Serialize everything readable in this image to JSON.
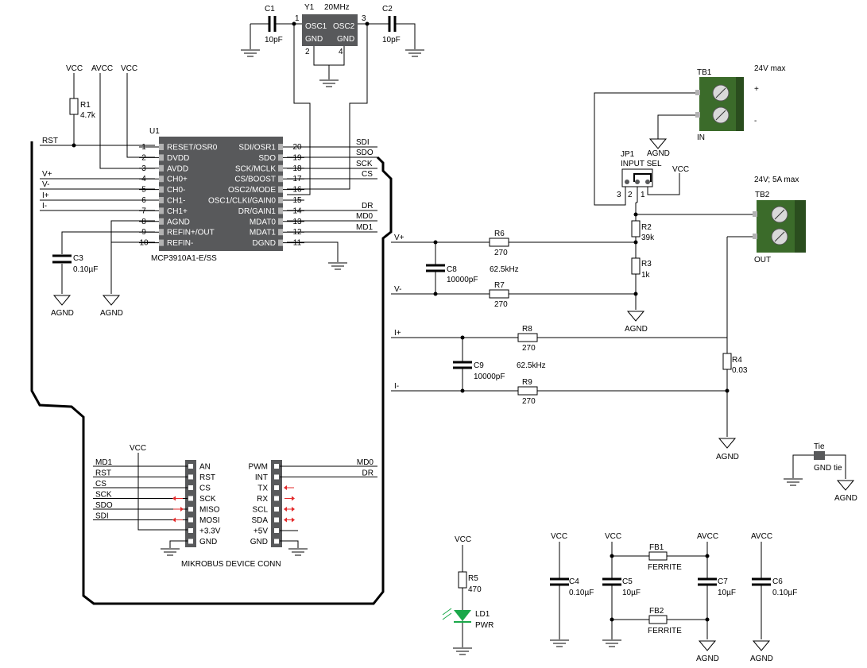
{
  "ic": {
    "ref": "U1",
    "part": "MCP3910A1-E/SS",
    "left_pins": [
      {
        "num": "1",
        "name": "RESET/OSR0",
        "net": "RST"
      },
      {
        "num": "2",
        "name": "DVDD",
        "net": ""
      },
      {
        "num": "3",
        "name": "AVDD",
        "net": ""
      },
      {
        "num": "4",
        "name": "CH0+",
        "net": "V+"
      },
      {
        "num": "5",
        "name": "CH0-",
        "net": "V-"
      },
      {
        "num": "6",
        "name": "CH1-",
        "net": "I+"
      },
      {
        "num": "7",
        "name": "CH1+",
        "net": "I-"
      },
      {
        "num": "8",
        "name": "AGND",
        "net": ""
      },
      {
        "num": "9",
        "name": "REFIN+/OUT",
        "net": ""
      },
      {
        "num": "10",
        "name": "REFIN-",
        "net": ""
      }
    ],
    "right_pins": [
      {
        "num": "20",
        "name": "SDI/OSR1",
        "net": "SDI"
      },
      {
        "num": "19",
        "name": "SDO",
        "net": "SDO"
      },
      {
        "num": "18",
        "name": "SCK/MCLK",
        "net": "SCK"
      },
      {
        "num": "17",
        "name": "CS/BOOST",
        "net": "CS"
      },
      {
        "num": "16",
        "name": "OSC2/MODE",
        "net": ""
      },
      {
        "num": "15",
        "name": "OSC1/CLKI/GAIN0",
        "net": ""
      },
      {
        "num": "14",
        "name": "DR/GAIN1",
        "net": "DR"
      },
      {
        "num": "13",
        "name": "MDAT0",
        "net": "MD0"
      },
      {
        "num": "12",
        "name": "MDAT1",
        "net": "MD1"
      },
      {
        "num": "11",
        "name": "DGND",
        "net": ""
      }
    ]
  },
  "crystal": {
    "ref": "Y1",
    "value": "20MHz",
    "pin1": "1",
    "pin2": "2",
    "pin3": "3",
    "pin4": "4",
    "osc1": "OSC1",
    "osc2": "OSC2",
    "gnd1": "GND",
    "gnd2": "GND"
  },
  "power": {
    "vcc": "VCC",
    "avcc": "AVCC",
    "agnd": "AGND"
  },
  "components": {
    "C1": {
      "ref": "C1",
      "value": "10pF"
    },
    "C2": {
      "ref": "C2",
      "value": "10pF"
    },
    "C3": {
      "ref": "C3",
      "value": "0.10µF"
    },
    "C4": {
      "ref": "C4",
      "value": "0.10µF"
    },
    "C5": {
      "ref": "C5",
      "value": "10µF"
    },
    "C6": {
      "ref": "C6",
      "value": "0.10µF"
    },
    "C7": {
      "ref": "C7",
      "value": "10µF"
    },
    "C8": {
      "ref": "C8",
      "value": "10000pF"
    },
    "C9": {
      "ref": "C9",
      "value": "10000pF"
    },
    "R1": {
      "ref": "R1",
      "value": "4.7k"
    },
    "R2": {
      "ref": "R2",
      "value": "39k"
    },
    "R3": {
      "ref": "R3",
      "value": "1k"
    },
    "R4": {
      "ref": "R4",
      "value": "0.03"
    },
    "R5": {
      "ref": "R5",
      "value": "470"
    },
    "R6": {
      "ref": "R6",
      "value": "270"
    },
    "R7": {
      "ref": "R7",
      "value": "270"
    },
    "R8": {
      "ref": "R8",
      "value": "270"
    },
    "R9": {
      "ref": "R9",
      "value": "270"
    },
    "FB1": {
      "ref": "FB1",
      "value": "FERRITE"
    },
    "FB2": {
      "ref": "FB2",
      "value": "FERRITE"
    },
    "LD1": {
      "ref": "LD1",
      "value": "PWR"
    }
  },
  "freq": {
    "v": "62.5kHz",
    "i": "62.5kHz"
  },
  "terminals": {
    "tb1": {
      "ref": "TB1",
      "rating": "24V max",
      "plus": "+",
      "minus": "-",
      "label": "IN"
    },
    "tb2": {
      "ref": "TB2",
      "rating": "24V; 5A max",
      "label": "OUT"
    }
  },
  "jumper": {
    "ref": "JP1",
    "label": "INPUT SEL",
    "p3": "3",
    "p2": "2",
    "p1": "1"
  },
  "tie": {
    "ref": "Tie",
    "value": "GND tie"
  },
  "nets": {
    "rst": "RST",
    "sdi": "SDI",
    "sdo": "SDO",
    "sck": "SCK",
    "cs": "CS",
    "dr": "DR",
    "md0": "MD0",
    "md1": "MD1",
    "vp": "V+",
    "vm": "V-",
    "ip": "I+",
    "im": "I-"
  },
  "mikrobus": {
    "title": "MIKROBUS DEVICE CONN",
    "left_pins": [
      "AN",
      "RST",
      "CS",
      "SCK",
      "MISO",
      "MOSI",
      "+3.3V",
      "GND"
    ],
    "right_pins": [
      "PWM",
      "INT",
      "TX",
      "RX",
      "SCL",
      "SDA",
      "+5V",
      "GND"
    ],
    "left_nets": [
      "MD1",
      "RST",
      "CS",
      "SCK",
      "SDO",
      "SDI",
      "",
      ""
    ],
    "right_nets": [
      "MD0",
      "DR",
      "",
      "",
      "",
      "",
      "",
      ""
    ]
  }
}
